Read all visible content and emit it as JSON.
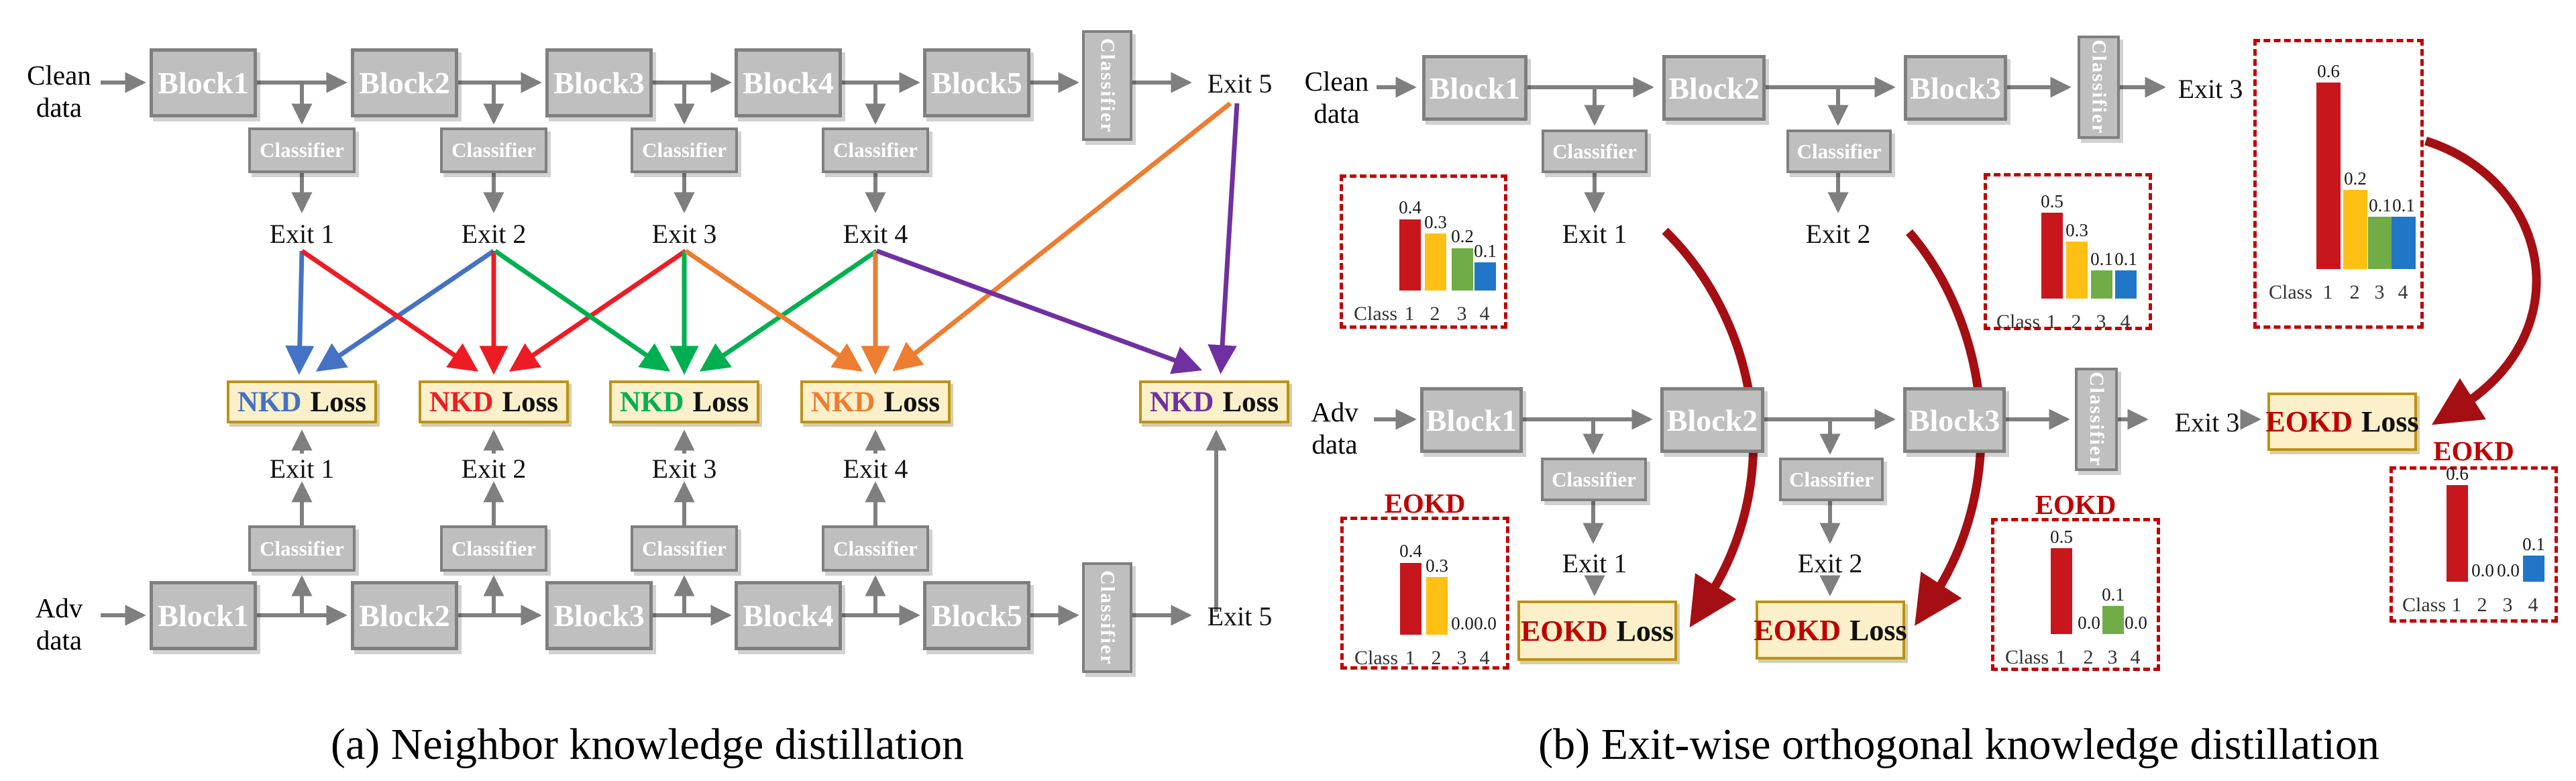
{
  "colors": {
    "blue": "#4472C4",
    "red": "#ED1C24",
    "green": "#00B050",
    "orange": "#ED7D31",
    "purple": "#7030A0",
    "bar_red": "#C8161D",
    "bar_yellow": "#FFC013",
    "bar_green": "#70AD47",
    "bar_blue": "#2077C8",
    "dark_red": "#A50E12",
    "dashed_border_red": "#C00000",
    "eokd_text_red": "#C00000",
    "loss_box_fill": "#FBF0C9",
    "loss_box_border": "#BC9313",
    "block_fill": "#BFBFBF",
    "wire": "#7F7F7F"
  },
  "labels": {
    "classifier": "Classifier",
    "class_word": "Class",
    "nkd": "NKD",
    "eokd": "EOKD",
    "loss": "Loss"
  },
  "panel_a": {
    "caption": "(a) Neighbor knowledge distillation",
    "input_clean": [
      "Clean",
      "data"
    ],
    "input_adv": [
      "Adv",
      "data"
    ],
    "blocks": [
      "Block1",
      "Block2",
      "Block3",
      "Block4",
      "Block5"
    ],
    "exits": [
      "Exit 1",
      "Exit 2",
      "Exit 3",
      "Exit 4",
      "Exit 5"
    ],
    "loss_colors": [
      "blue",
      "red",
      "green",
      "orange",
      "purple"
    ]
  },
  "panel_b": {
    "caption": "(b) Exit-wise orthogonal knowledge distillation",
    "input_clean": [
      "Clean",
      "data"
    ],
    "input_adv": [
      "Adv",
      "data"
    ],
    "blocks": [
      "Block1",
      "Block2",
      "Block3"
    ],
    "exits": [
      "Exit 1",
      "Exit 2",
      "Exit 3"
    ],
    "charts": [
      {
        "name": "clean-exit1",
        "class_labels": [
          "1",
          "2",
          "3",
          "4"
        ],
        "values": [
          0.4,
          0.3,
          0.2,
          0.1
        ],
        "value_labels": [
          "0.4",
          "0.3",
          "0.2",
          "0.1"
        ],
        "bar_colors": [
          "bar_red",
          "bar_yellow",
          "bar_green",
          "bar_blue"
        ]
      },
      {
        "name": "clean-exit2",
        "class_labels": [
          "1",
          "2",
          "3",
          "4"
        ],
        "values": [
          0.5,
          0.3,
          0.1,
          0.1
        ],
        "value_labels": [
          "0.5",
          "0.3",
          "0.1",
          "0.1"
        ],
        "bar_colors": [
          "bar_red",
          "bar_yellow",
          "bar_green",
          "bar_blue"
        ]
      },
      {
        "name": "clean-exit3",
        "class_labels": [
          "1",
          "2",
          "3",
          "4"
        ],
        "values": [
          0.6,
          0.2,
          0.1,
          0.1
        ],
        "value_labels": [
          "0.6",
          "0.2",
          "0.1",
          "0.1"
        ],
        "bar_colors": [
          "bar_red",
          "bar_yellow",
          "bar_green",
          "bar_blue"
        ]
      },
      {
        "name": "eokd-exit1",
        "title": "EOKD",
        "class_labels": [
          "1",
          "2",
          "3",
          "4"
        ],
        "values": [
          0.4,
          0.3,
          0.0,
          0.0
        ],
        "value_labels": [
          "0.4",
          "0.3",
          "0.0",
          "0.0"
        ],
        "bar_colors": [
          "bar_red",
          "bar_yellow",
          "bar_green",
          "bar_blue"
        ]
      },
      {
        "name": "eokd-exit2",
        "title": "EOKD",
        "class_labels": [
          "1",
          "2",
          "3",
          "4"
        ],
        "values": [
          0.5,
          0.0,
          0.1,
          0.0
        ],
        "value_labels": [
          "0.5",
          "0.0",
          "0.1",
          "0.0"
        ],
        "bar_colors": [
          "bar_red",
          "bar_yellow",
          "bar_green",
          "bar_blue"
        ]
      },
      {
        "name": "eokd-exit3",
        "title": "EOKD",
        "class_labels": [
          "1",
          "2",
          "3",
          "4"
        ],
        "values": [
          0.6,
          0.0,
          0.0,
          0.1
        ],
        "value_labels": [
          "0.6",
          "0.0",
          "0.0",
          "0.1"
        ],
        "bar_colors": [
          "bar_red",
          "bar_yellow",
          "bar_green",
          "bar_blue"
        ]
      }
    ]
  }
}
